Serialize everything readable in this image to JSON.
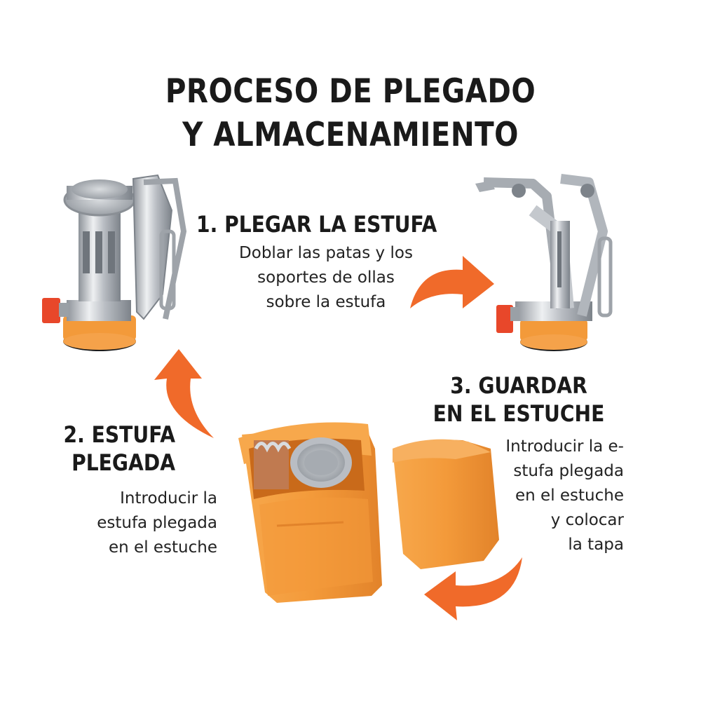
{
  "title": {
    "line1": "PROCESO DE PLEGADO",
    "line2": "Y ALMACENAMIENTO"
  },
  "steps": [
    {
      "heading_lines": [
        "1. PLEGAR LA ESTUFA"
      ],
      "text_lines": [
        "Doblar las patas y los",
        "soportes de ollas",
        "sobre la estufa"
      ]
    },
    {
      "heading_lines": [
        "2. ESTUFA",
        "PLEGADA"
      ],
      "text_lines": [
        "Introducir la",
        "estufa plegada",
        "en el estuche"
      ]
    },
    {
      "heading_lines": [
        "3. GUARDAR",
        "EN EL ESTUCHE"
      ],
      "text_lines": [
        "Introducir la e-",
        "stufa plegada",
        "en el estuche",
        "y colocar",
        "la tapa"
      ]
    }
  ],
  "colors": {
    "arrow": "#f06a2a",
    "case": "#f49a3a",
    "metal": "#b8bcc2",
    "valve": "#e8472a"
  },
  "icons": [
    "arrow-curved-icon",
    "camping-stove-folded",
    "camping-stove-open",
    "orange-case-with-stove",
    "orange-case-lid"
  ]
}
